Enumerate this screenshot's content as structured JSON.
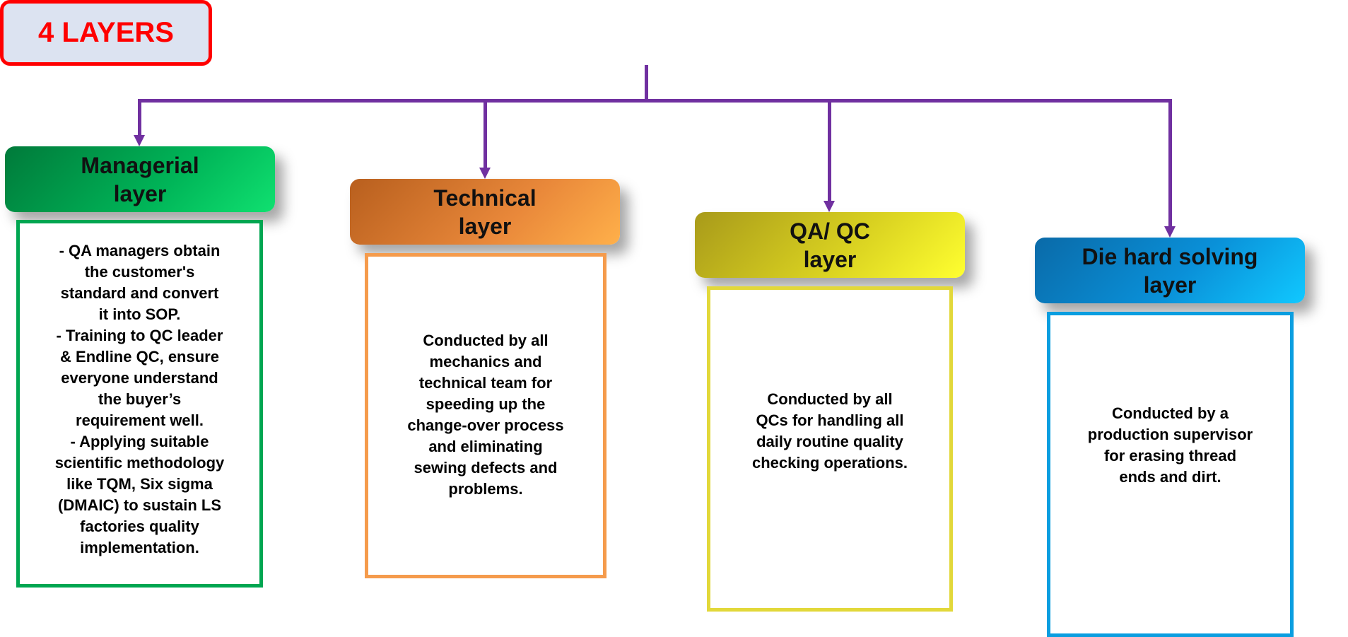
{
  "title": "4 LAYERS",
  "colors": {
    "connector": "#7030a0",
    "title_border": "#ff0000",
    "green": "#00a651",
    "orange": "#f0903a",
    "yellow": "#e6e02a",
    "blue": "#0a9ee0"
  },
  "layers": [
    {
      "header_line1": "Managerial",
      "header_line2": "layer",
      "lines": [
        "- QA managers obtain",
        "the customer's",
        "standard and convert",
        "it into SOP.",
        "- Training to QC leader",
        "& Endline QC, ensure",
        "everyone understand",
        "the buyer’s",
        "requirement well.",
        "- Applying suitable",
        "scientific methodology",
        "like TQM, Six sigma",
        "(DMAIC) to sustain LS",
        "factories quality",
        "implementation."
      ]
    },
    {
      "header_line1": "Technical",
      "header_line2": "layer",
      "lines": [
        "Conducted by all",
        "mechanics and",
        "technical team for",
        "speeding up the",
        "change-over process",
        "and eliminating",
        "sewing defects and",
        "problems."
      ]
    },
    {
      "header_line1": "QA/ QC",
      "header_line2": "layer",
      "lines": [
        "Conducted by all",
        "QCs for handling all",
        "daily routine quality",
        "checking operations."
      ]
    },
    {
      "header_line1": "Die hard solving",
      "header_line2": "layer",
      "lines": [
        "Conducted by a",
        "production supervisor",
        "for erasing thread",
        "ends and dirt."
      ]
    }
  ]
}
